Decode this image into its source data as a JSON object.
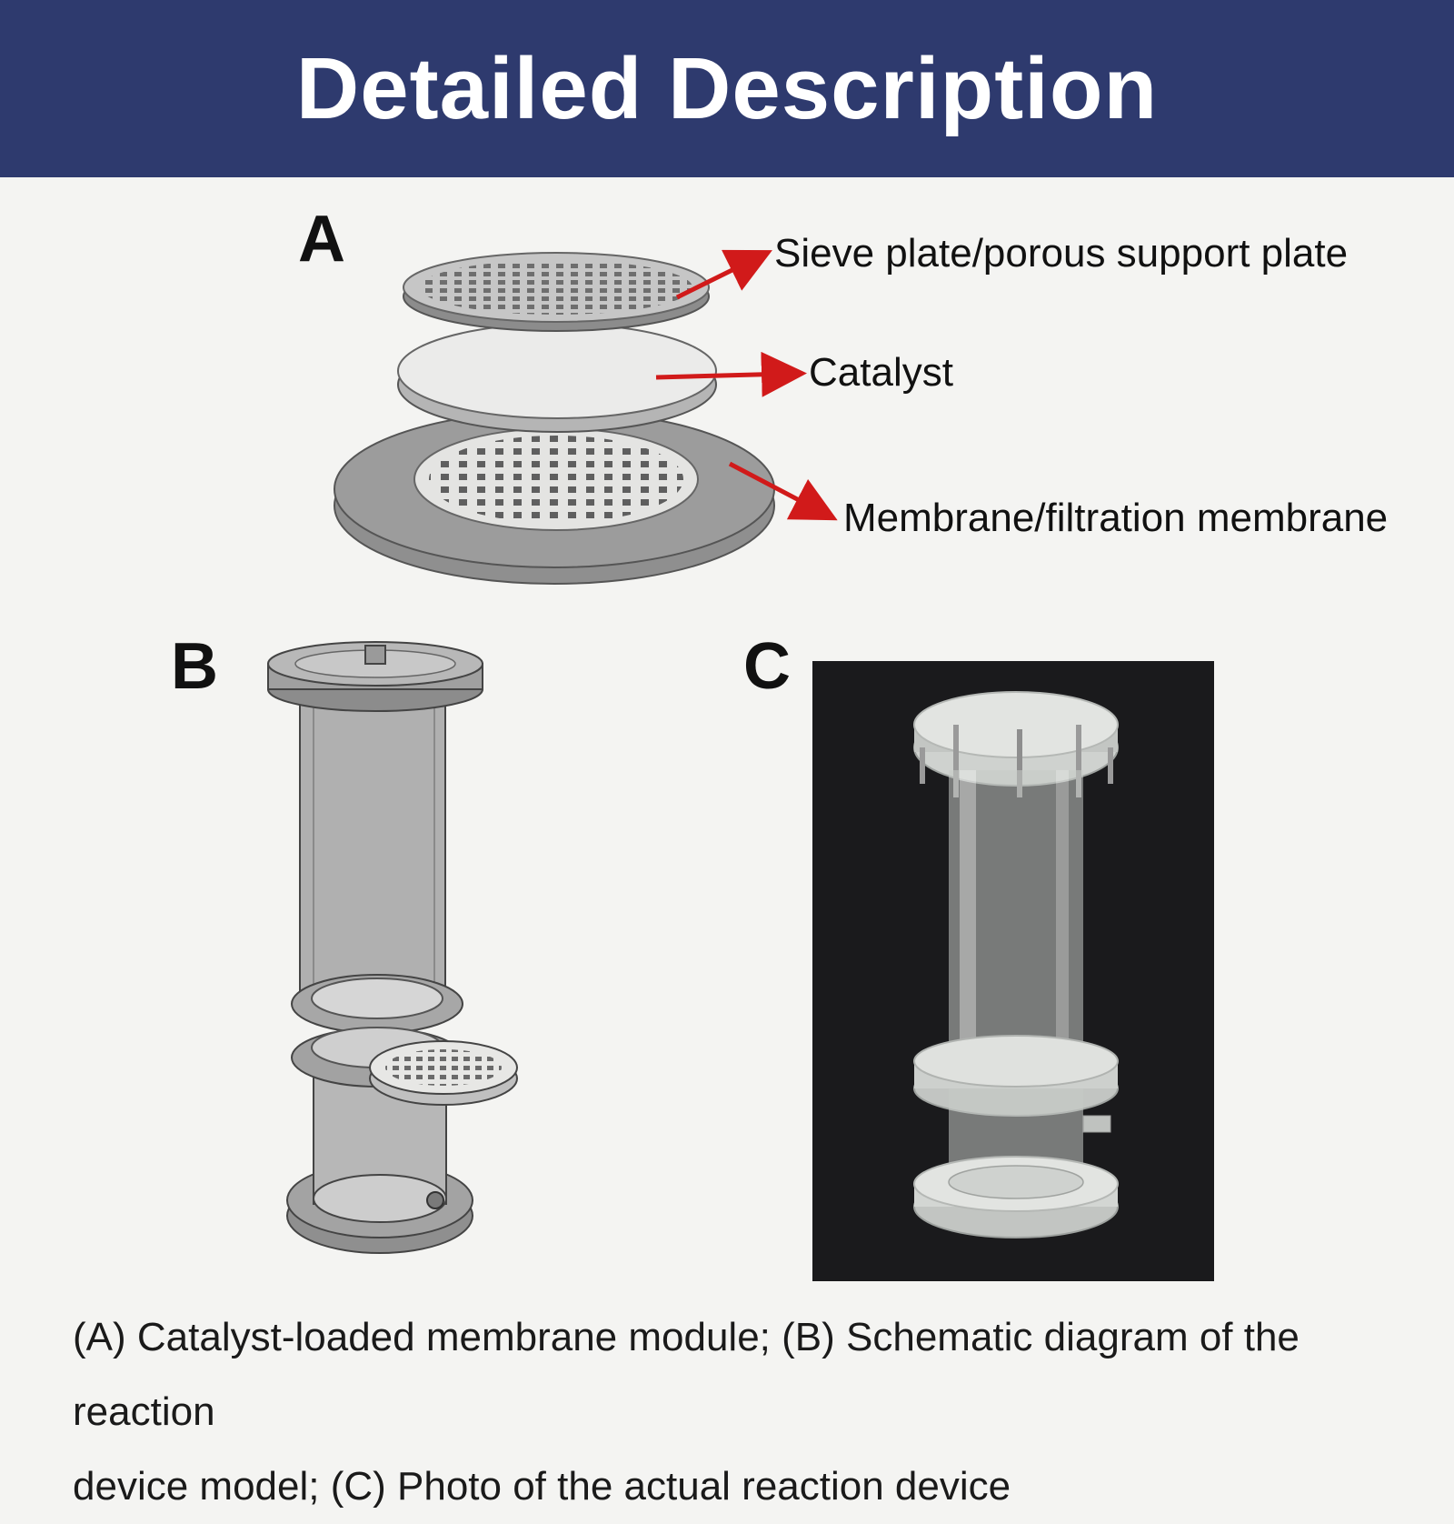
{
  "header": {
    "title": "Detailed Description"
  },
  "panels": {
    "a": {
      "letter": "A",
      "labels": {
        "sieve_plate": "Sieve plate/porous support plate",
        "catalyst": "Catalyst",
        "membrane": "Membrane/filtration membrane"
      }
    },
    "b": {
      "letter": "B"
    },
    "c": {
      "letter": "C"
    }
  },
  "caption": {
    "line1": "(A) Catalyst-loaded membrane module; (B) Schematic diagram of the reaction",
    "line2": "device model; (C) Photo of the actual reaction device"
  },
  "colors": {
    "header_bg": "#2e3a6e",
    "arrow": "#d11a1a",
    "photo_bg": "#1a1a1c"
  }
}
